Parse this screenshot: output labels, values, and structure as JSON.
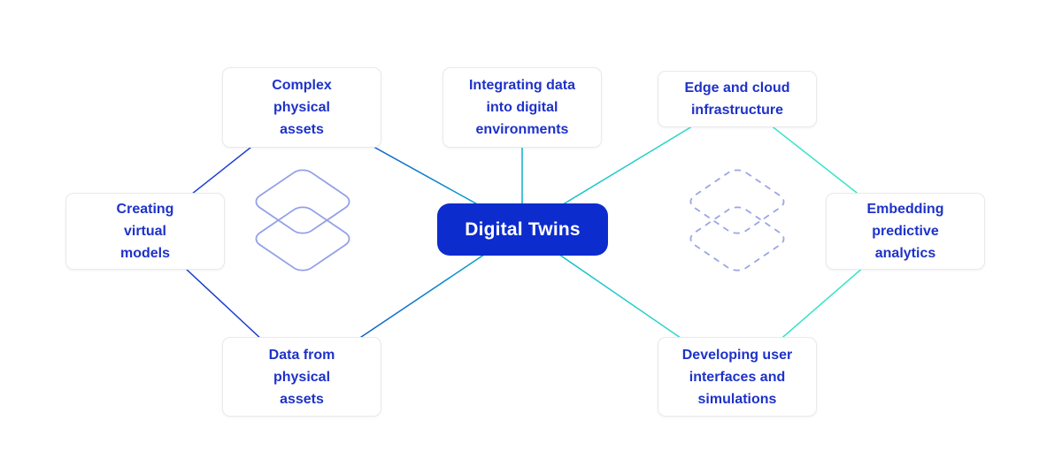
{
  "diagram": {
    "title": "Digital Twins",
    "hub": {
      "label": "Digital Twins",
      "bg_color": "#0d2cce",
      "text_color": "#ffffff"
    },
    "nodes": {
      "complex": {
        "label": "Complex\nphysical\nassets"
      },
      "integrating": {
        "label": "Integrating data\ninto digital\nenvironments"
      },
      "edge": {
        "label": "Edge and cloud\ninfrastructure"
      },
      "creating": {
        "label": "Creating\nvirtual\nmodels"
      },
      "embedding": {
        "label": "Embedding\npredictive\nanalytics"
      },
      "data_from": {
        "label": "Data from\nphysical\nassets"
      },
      "developing": {
        "label": "Developing user\ninterfaces and\nsimulations"
      }
    },
    "colors": {
      "node_text": "#1e32c8",
      "connector_blue": "#1c3fd0",
      "connector_teal": "#0cb0cb",
      "connector_mint": "#35e3c8",
      "icon_solid_stroke": "#93a0e8",
      "icon_dashed_stroke": "#9aa6e4",
      "card_border": "#e9e9ee",
      "background": "#ffffff"
    },
    "icons": {
      "left": "layers-stacked-solid-icon",
      "right": "layers-stacked-dashed-icon"
    }
  }
}
